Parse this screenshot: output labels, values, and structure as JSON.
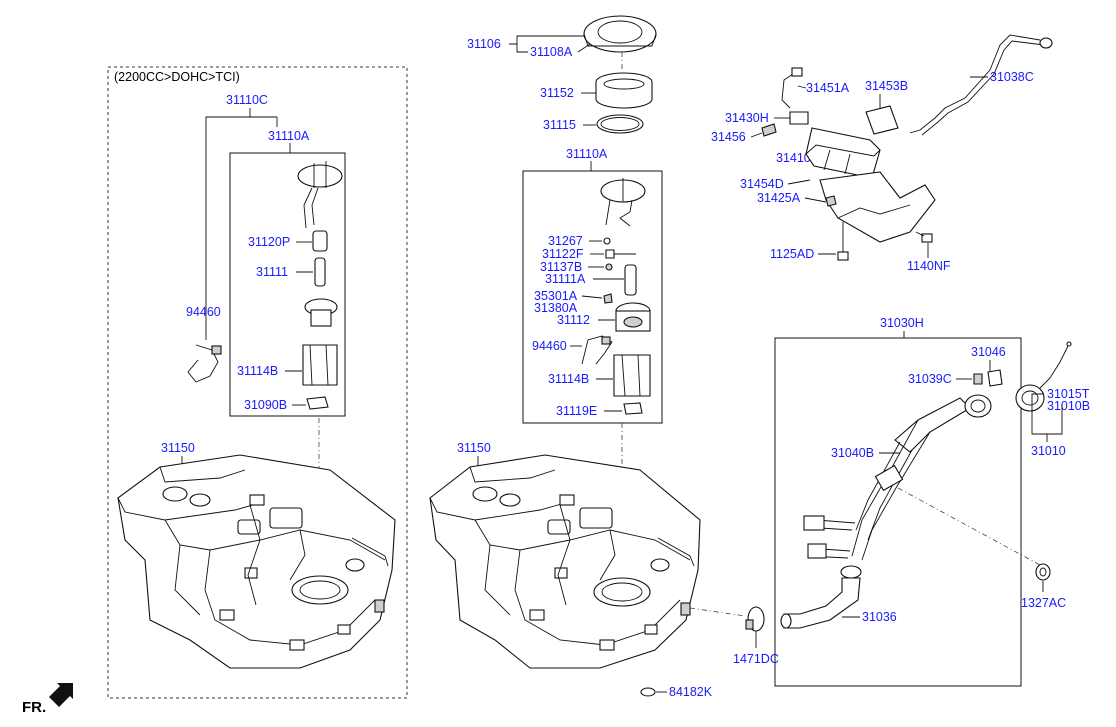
{
  "figure": {
    "variant_label": "(2200CC>DOHC>TCI)",
    "direction_marker": "FR.",
    "left_group": {
      "assembly": "31110C",
      "module": "31110A",
      "parts": [
        "31120P",
        "31111",
        "94460",
        "31114B",
        "31090B"
      ],
      "tank": "31150"
    },
    "center_group": {
      "cover": "31106",
      "cover_inner": "31108A",
      "ring": "31152",
      "seal": "31115",
      "module": "31110A",
      "parts": [
        "31267",
        "31122F",
        "31137B",
        "31111A",
        "35301A",
        "31380A",
        "31112",
        "94460",
        "31114B",
        "31119E"
      ],
      "tank": "31150",
      "clamp": "1471DC",
      "plug": "84182K"
    },
    "canister_group": {
      "parts": [
        "31451A",
        "31453B",
        "31038C",
        "31430H",
        "31456",
        "31410",
        "31454D",
        "31425A",
        "1125AD",
        "1140NF"
      ]
    },
    "filler_group": {
      "assembly": "31030H",
      "parts": [
        "31046",
        "31039C",
        "31015T",
        "31010B",
        "31010",
        "31040B",
        "31036",
        "1327AC"
      ]
    }
  }
}
